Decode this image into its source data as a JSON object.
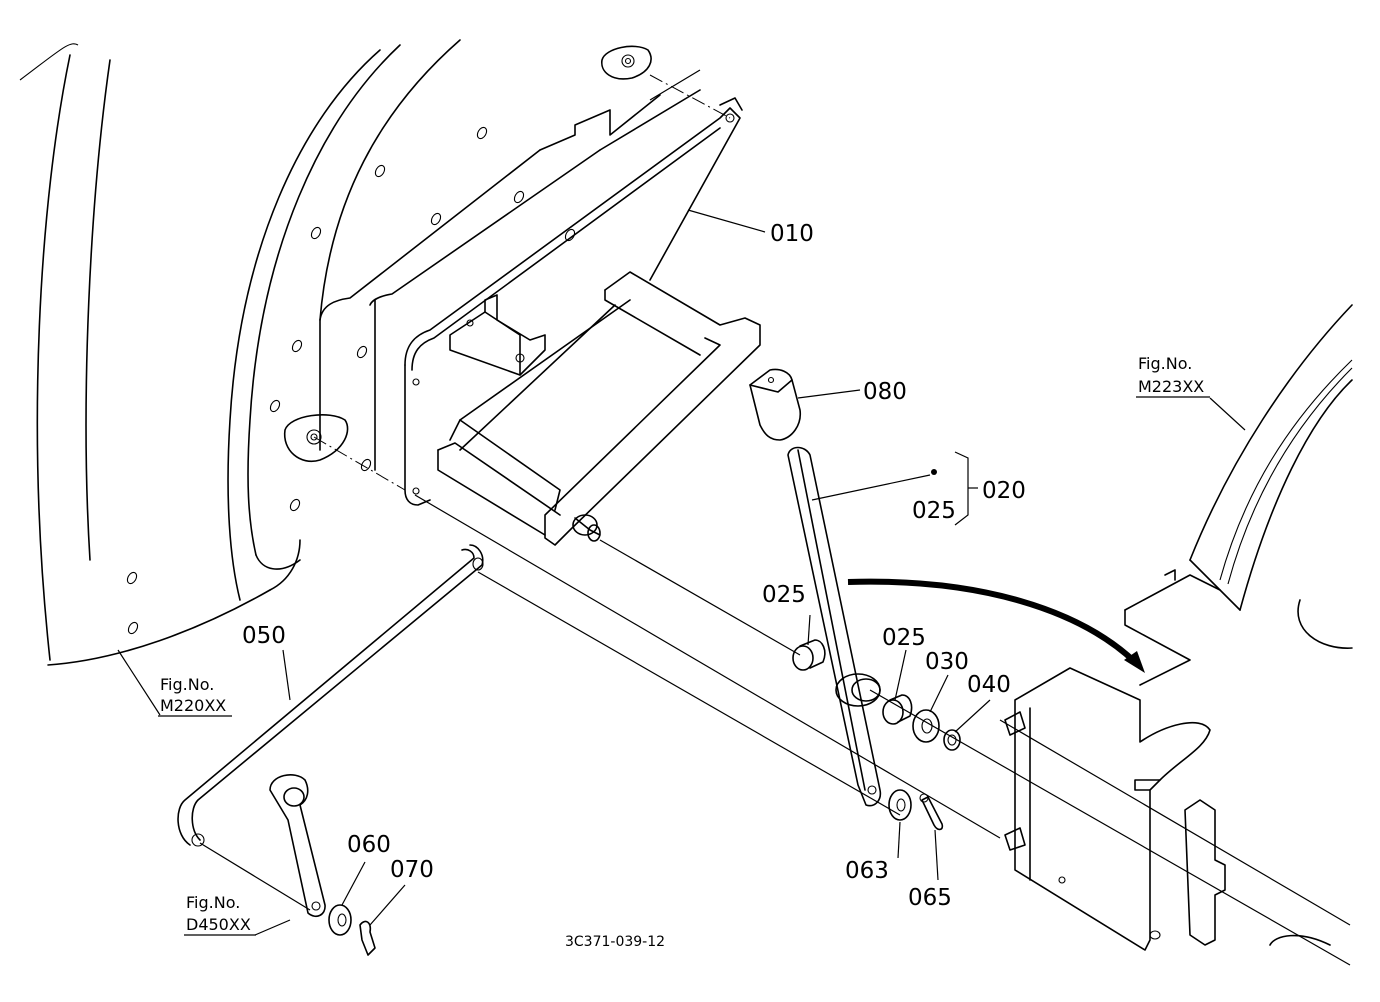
{
  "diagram": {
    "part_labels": {
      "p010": "010",
      "p080": "080",
      "p020": "020",
      "p025_set": "025",
      "p025_a": "025",
      "p025_b": "025",
      "p030": "030",
      "p040": "040",
      "p050": "050",
      "p060": "060",
      "p070": "070",
      "p063": "063",
      "p065": "065"
    },
    "figure_refs": {
      "m220": {
        "caption": "Fig.No.",
        "code": "M220XX"
      },
      "m223": {
        "caption": "Fig.No.",
        "code": "M223XX"
      },
      "d450": {
        "caption": "Fig.No.",
        "code": "D450XX"
      }
    },
    "drawing_code": "3C371-039-12"
  }
}
